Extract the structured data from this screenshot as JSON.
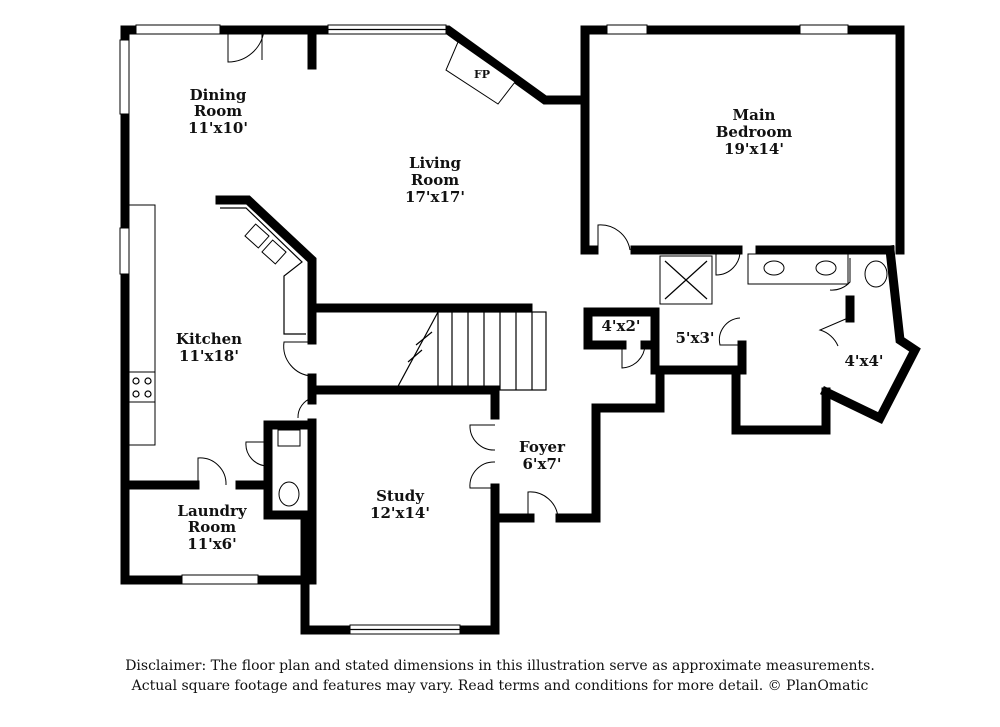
{
  "rooms": {
    "dining": {
      "name_line1": "Dining",
      "name_line2": "Room",
      "size": "11'x10'"
    },
    "living": {
      "name_line1": "Living",
      "name_line2": "Room",
      "size": "17'x17'"
    },
    "main_bedroom": {
      "name_line1": "Main",
      "name_line2": "Bedroom",
      "size": "19'x14'"
    },
    "kitchen": {
      "name": "Kitchen",
      "size": "11'x18'"
    },
    "laundry": {
      "name_line1": "Laundry",
      "name_line2": "Room",
      "size": "11'x6'"
    },
    "study": {
      "name": "Study",
      "size": "12'x14'"
    },
    "foyer": {
      "name": "Foyer",
      "size": "6'x7'"
    },
    "closet_a": {
      "size": "4'x2'"
    },
    "closet_b": {
      "size": "5'x3'"
    },
    "closet_c": {
      "size": "4'x4'"
    }
  },
  "fixtures": {
    "fireplace": "FP"
  },
  "disclaimer": {
    "line1": "Disclaimer: The floor plan and stated dimensions in this illustration serve as approximate measurements.",
    "line2": "Actual square footage and features may vary. Read terms and conditions for more detail. © PlanOmatic"
  }
}
